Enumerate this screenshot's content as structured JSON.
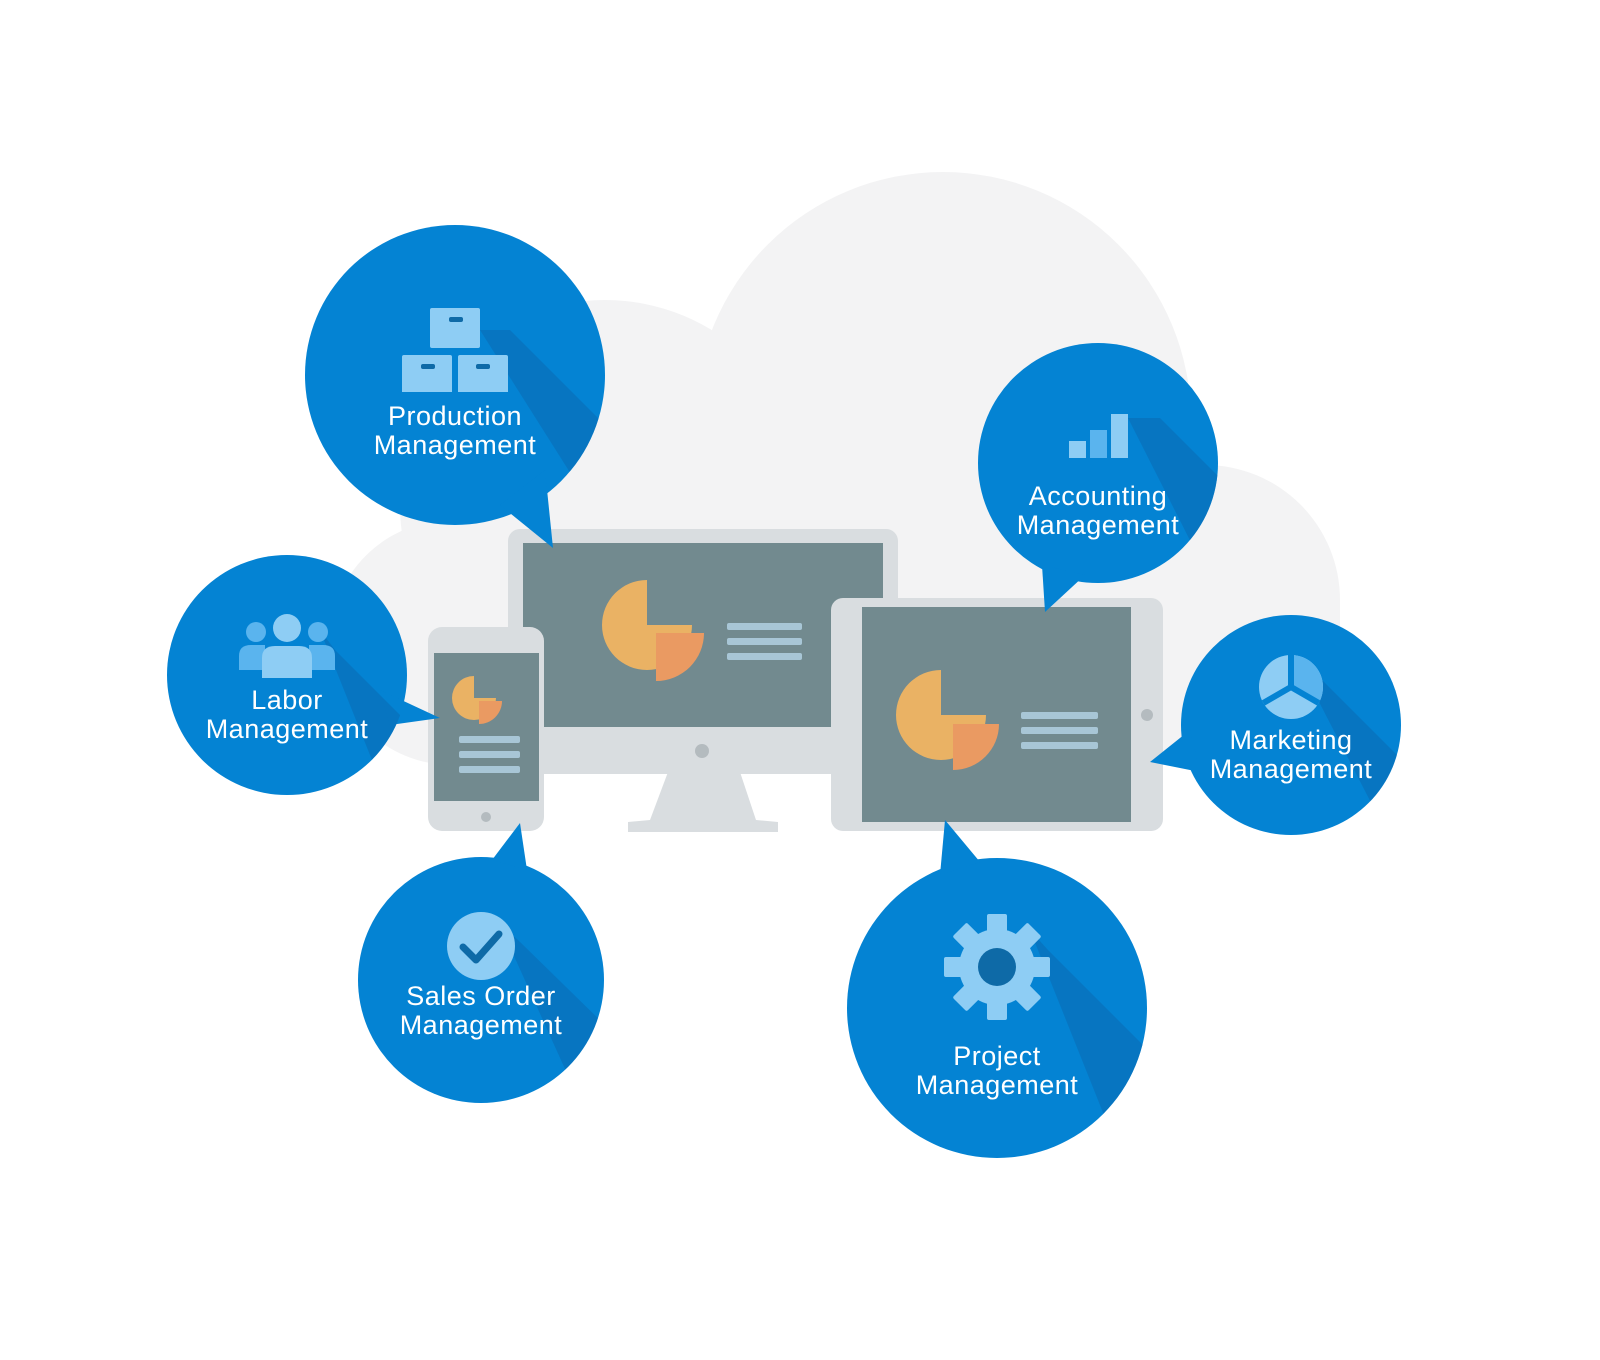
{
  "colors": {
    "bubble": "#0483d3",
    "bubble_shadow": "#0b6bb3",
    "icon_light": "#8ecdf4",
    "icon_mid": "#5ab4ee",
    "icon_dark": "#0e6aa7",
    "cloud": "#f3f3f4",
    "device_frame": "#d9dde0",
    "screen": "#728a8f",
    "pie_main": "#eab264",
    "pie_slice": "#ea9a62",
    "text_lines": "#a8c6d6",
    "label_text": "#ffffff"
  },
  "bubbles": {
    "production": {
      "line1": "Production",
      "line2": "Management",
      "icon": "boxes-icon"
    },
    "accounting": {
      "line1": "Accounting",
      "line2": "Management",
      "icon": "bar-chart-icon"
    },
    "labor": {
      "line1": "Labor",
      "line2": "Management",
      "icon": "people-icon"
    },
    "marketing": {
      "line1": "Marketing",
      "line2": "Management",
      "icon": "pie-chart-icon"
    },
    "sales": {
      "line1": "Sales Order",
      "line2": "Management",
      "icon": "checkmark-icon"
    },
    "project": {
      "line1": "Project",
      "line2": "Management",
      "icon": "gear-icon"
    }
  },
  "devices": [
    "desktop-monitor",
    "smartphone",
    "tablet"
  ]
}
